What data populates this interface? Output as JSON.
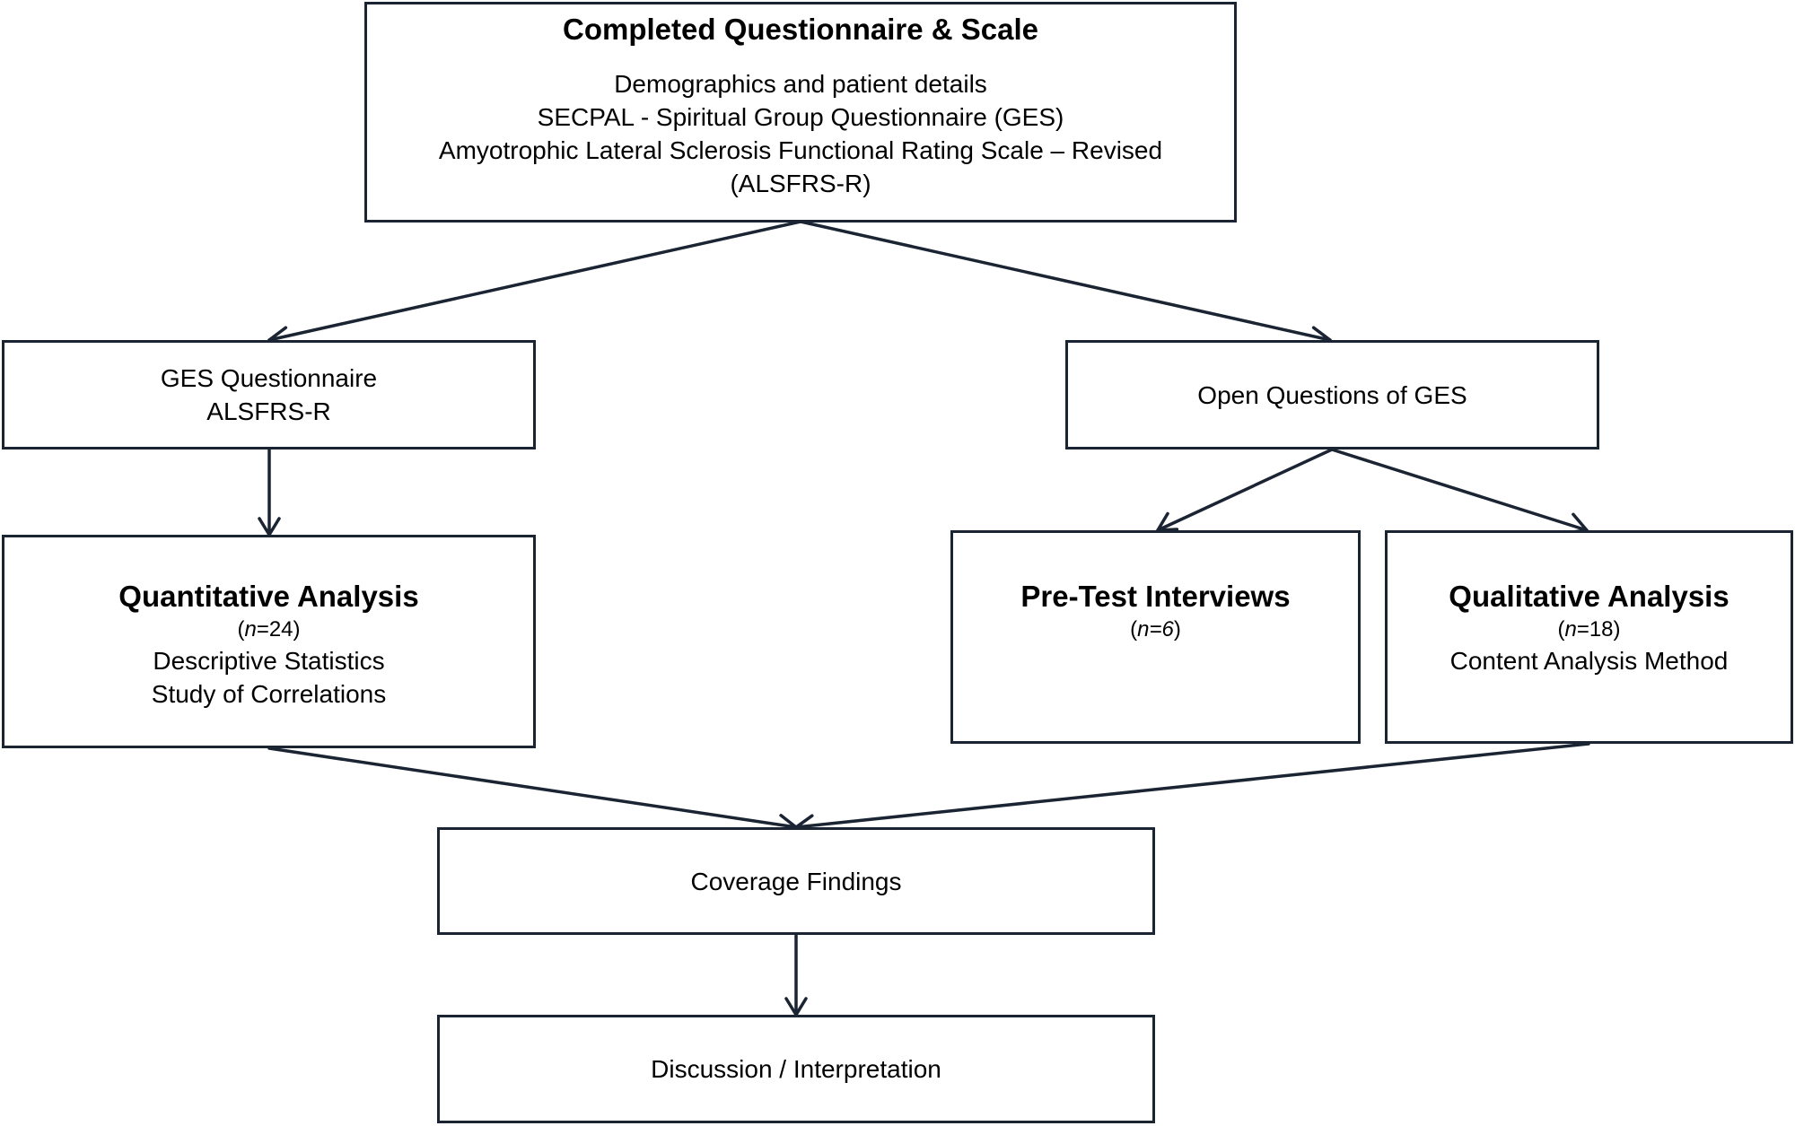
{
  "diagram": {
    "top_box": {
      "title": "Completed Questionnaire & Scale",
      "lines": [
        "Demographics and patient details",
        "SECPAL - Spiritual Group Questionnaire (GES)",
        "Amyotrophic Lateral Sclerosis Functional Rating Scale – Revised",
        "(ALSFRS-R)"
      ]
    },
    "ges_box": {
      "lines": [
        "GES Questionnaire",
        "ALSFRS-R"
      ]
    },
    "open_box": {
      "lines": [
        "Open Questions of GES"
      ]
    },
    "quant_box": {
      "title": "Quantitative Analysis",
      "n_label": "n",
      "n_value": "=24",
      "lines": [
        "Descriptive Statistics",
        "Study of Correlations"
      ]
    },
    "pretest_box": {
      "title": "Pre-Test Interviews",
      "n_label": "n=6"
    },
    "qual_box": {
      "title": "Qualitative Analysis",
      "n_label": "n",
      "n_value": "=18",
      "lines": [
        "Content Analysis Method"
      ]
    },
    "coverage_box": {
      "lines": [
        "Coverage Findings"
      ]
    },
    "discussion_box": {
      "lines": [
        "Discussion / Interpretation"
      ]
    }
  },
  "colors": {
    "border": "#1b2433",
    "arrow": "#1b2433",
    "text": "#000000",
    "background": "#ffffff"
  }
}
